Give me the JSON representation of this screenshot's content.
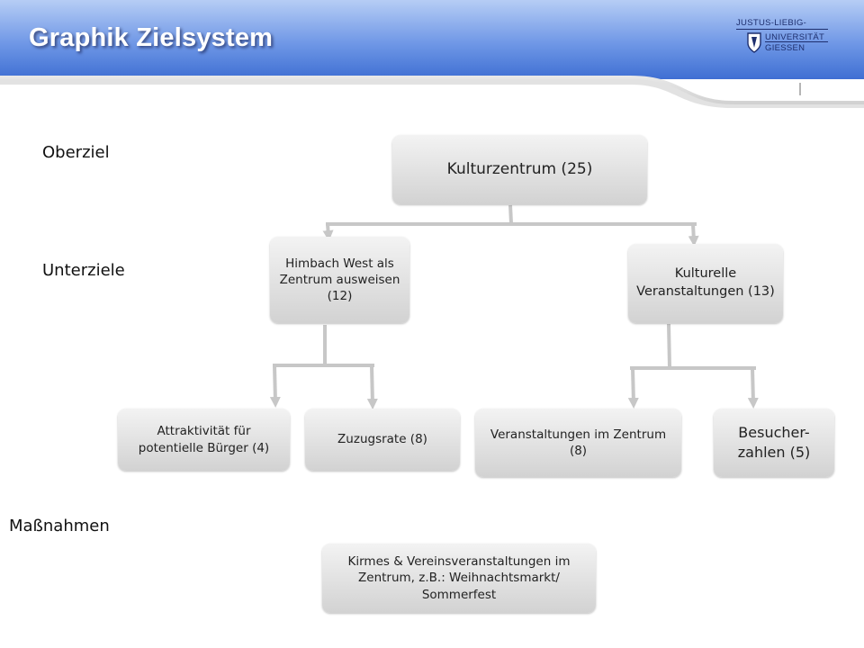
{
  "header": {
    "title": "Graphik Zielsystem",
    "logo": {
      "line1": "JUSTUS-LIEBIG-",
      "line2": "UNIVERSITÄT",
      "line3": "GIESSEN"
    }
  },
  "levels": {
    "oberziel": "Oberziel",
    "unterziele": "Unterziele",
    "massnahmen": "Maßnahmen"
  },
  "nodes": {
    "root": "Kulturzentrum (25)",
    "himbach": "Himbach West als Zentrum ausweisen (12)",
    "kulturelle": "Kulturelle Veranstaltungen (13)",
    "attraktivitaet": "Attraktivität für potentielle Bürger (4)",
    "zuzugsrate": "Zuzugsrate (8)",
    "veranstaltungen_zentrum": "Veranstaltungen im Zentrum (8)",
    "besucherzahlen": "Besucher-zahlen (5)",
    "kirmes": "Kirmes & Vereinsveranstaltungen im Zentrum, z.B.: Weihnachtsmarkt/ Sommerfest"
  },
  "colors": {
    "banner_top": "#9ab8ee",
    "banner_bottom": "#3d6fd6",
    "node_fill": "#d8d8d8",
    "connector": "#c7c7c7",
    "logo_text": "#1e2f6e"
  }
}
